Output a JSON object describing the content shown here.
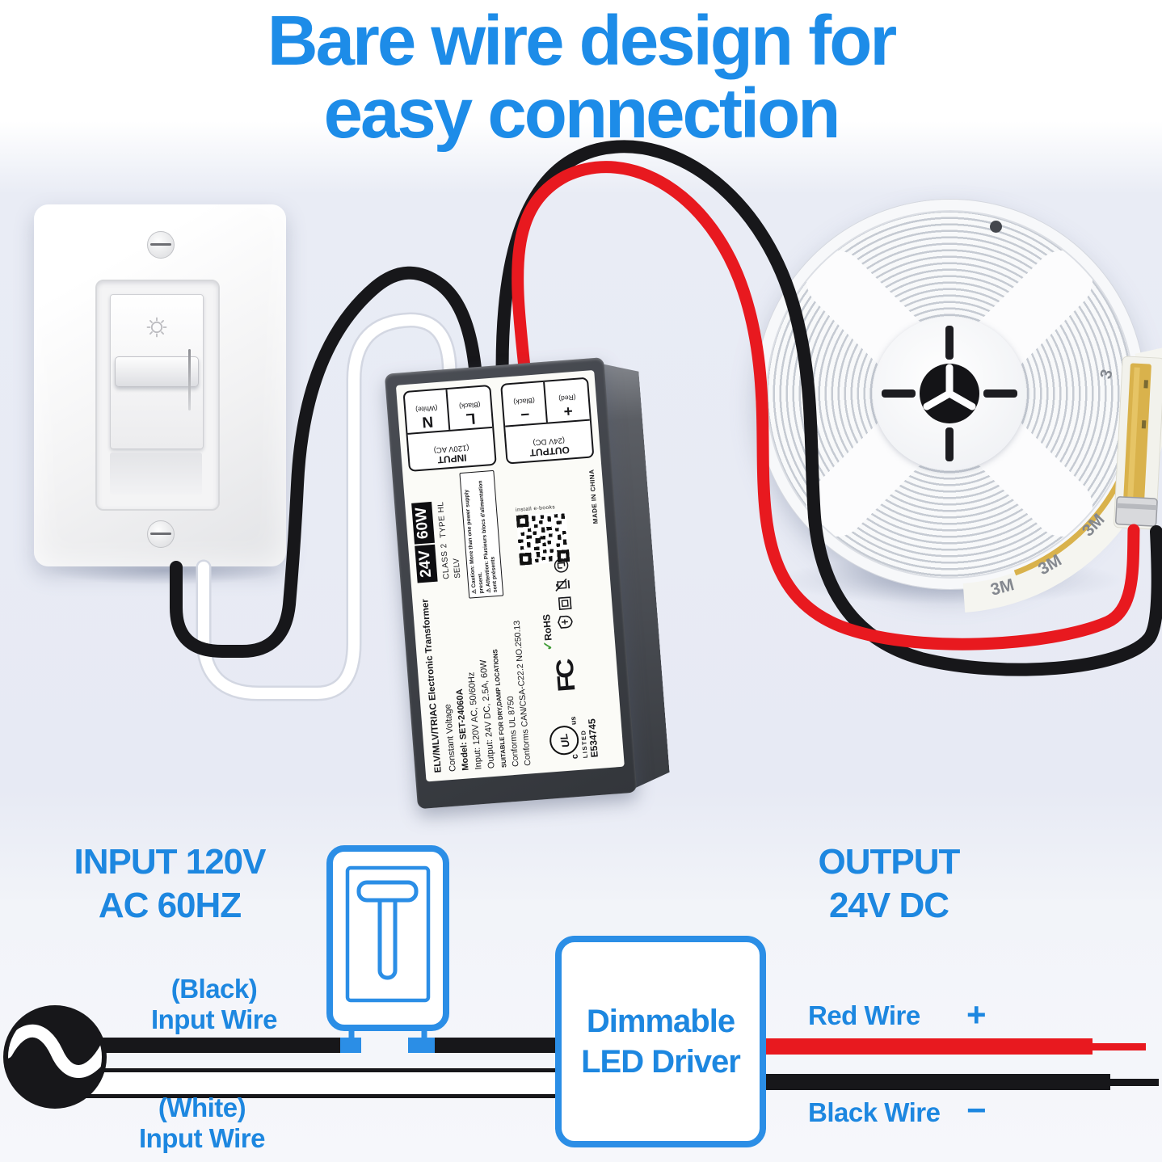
{
  "title": {
    "line1": "Bare wire design for",
    "line2": "easy connection"
  },
  "driver_label": {
    "terminals": {
      "input": {
        "header_line1": "INPUT",
        "header_line2": "(120V AC)",
        "cells": [
          {
            "symbol": "L",
            "color": "(Black)"
          },
          {
            "symbol": "N",
            "color": "(White)"
          }
        ]
      },
      "output": {
        "header_line1": "OUTPUT",
        "header_line2": "(24V DC)",
        "cells": [
          {
            "symbol": "+",
            "color": "(Red)"
          },
          {
            "symbol": "−",
            "color": "(Black)"
          }
        ]
      }
    },
    "badge_voltage": "24V",
    "badge_wattage": "60W",
    "class_line": "CLASS 2",
    "type_line": "TYPE HL",
    "selv": "SELV",
    "caution_line1": "⚠ Caution: More than one power supply present.",
    "caution_line2": "⚠ Attention: Plusieurs blocs d'alimentation sont présents",
    "qr_caption": "install e-books",
    "lines": {
      "l1": "ELV/MLV/TRIAC Electronic Transformer",
      "l2": "Constant Voltage",
      "l3": "Model: SET-24060A",
      "l4": "Input: 120V AC, 50/60Hz",
      "l5": "Output: 24V DC, 2.5A, 60W",
      "l6": "SUITABLE FOR DRY,DAMP LOCATIONS",
      "l7": "Conforms UL 8750",
      "l8": "Conforms CAN/CSA-C22.2 NO.250.13"
    },
    "cert": {
      "c": "c",
      "ul": "UL",
      "us": "us",
      "listed": "LISTED",
      "e_number": "E534745",
      "fcc": "FC",
      "rohs": "RoHS",
      "rohs_check": "✓",
      "made_in": "MADE IN CHINA"
    }
  },
  "reel": {
    "marks": [
      "3M",
      "3M",
      "3M",
      "3M"
    ],
    "mark_single": "3"
  },
  "diagram": {
    "input_title_line1": "INPUT 120V",
    "input_title_line2": "AC 60HZ",
    "output_title_line1": "OUTPUT",
    "output_title_line2": "24V DC",
    "black_input_label_line1": "(Black)",
    "black_input_label_line2": "Input Wire",
    "white_input_label_line1": "(White)",
    "white_input_label_line2": "Input Wire",
    "driver_box_line1": "Dimmable",
    "driver_box_line2": "LED Driver",
    "red_wire_label": "Red Wire",
    "plus": "+",
    "black_wire_label": "Black Wire",
    "minus": "−"
  },
  "colors": {
    "accent_blue": "#1d87e0",
    "shape_blue": "#2b8ee6",
    "wire_red": "#e8191f",
    "wire_black": "#17171a",
    "amber": "#d9b24c"
  }
}
